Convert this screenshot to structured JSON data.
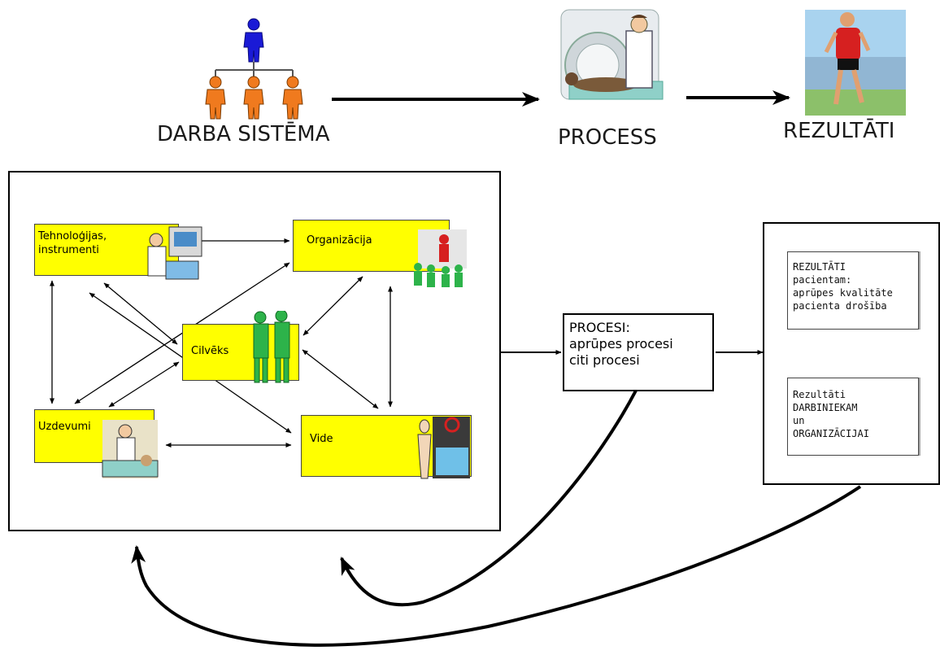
{
  "top": {
    "work_system": "DARBA SISTĒMA",
    "process": "PROCESS",
    "results": "REZULTĀTI"
  },
  "components": {
    "technology": [
      "Tehnoloģijas,",
      "instrumenti"
    ],
    "organization": "Organizācija",
    "person": "Cilvēks",
    "tasks": "Uzdevumi",
    "environment": "Vide"
  },
  "processes": [
    "PROCESI:",
    "aprūpes procesi",
    "citi procesi"
  ],
  "outcomes": {
    "patient": [
      "REZULTĀTI",
      "pacientam:",
      "aprūpes kvalitāte",
      "pacienta drošība"
    ],
    "staff": [
      "Rezultāti",
      "DARBINIEKAM",
      "un",
      "ORGANIZĀCIJAI"
    ]
  },
  "colors": {
    "box_yellow": "#ffff00",
    "person_blue": "#1a1ad6",
    "person_orange": "#f07a1e",
    "figure_green": "#2db34a"
  }
}
